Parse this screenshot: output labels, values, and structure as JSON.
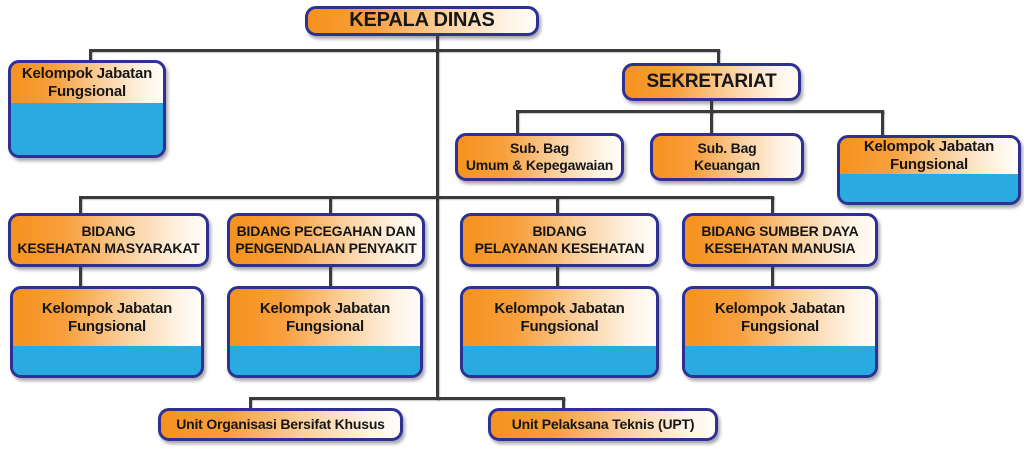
{
  "colors": {
    "orange": "#F6921E",
    "orange_fade": "#FEF4E6",
    "blue": "#29ABE2",
    "border": "#2E3192",
    "line": "#3b3b3b",
    "text": "#161616",
    "background": "#ffffff"
  },
  "nodes": {
    "kepala_dinas": {
      "label": "KEPALA DINAS"
    },
    "kjf_left": {
      "label": "Kelompok Jabatan\nFungsional"
    },
    "sekretariat": {
      "label": "SEKRETARIAT"
    },
    "subbag_umum": {
      "label": "Sub. Bag\nUmum & Kepegawaian"
    },
    "subbag_keuangan": {
      "label": "Sub. Bag\nKeuangan"
    },
    "kjf_sekretariat": {
      "label": "Kelompok Jabatan\nFungsional"
    },
    "bidang_kesehatan_masyarakat": {
      "label": "BIDANG\nKESEHATAN MASYARAKAT"
    },
    "bidang_pencegahan_penyakit": {
      "label": "BIDANG PECEGAHAN DAN\nPENGENDALIAN PENYAKIT"
    },
    "bidang_pelayanan_kesehatan": {
      "label": "BIDANG\nPELAYANAN KESEHATAN"
    },
    "bidang_sumber_daya": {
      "label": "BIDANG SUMBER DAYA\nKESEHATAN MANUSIA"
    },
    "kjf_bidang_1": {
      "label": "Kelompok Jabatan\nFungsional"
    },
    "kjf_bidang_2": {
      "label": "Kelompok Jabatan\nFungsional"
    },
    "kjf_bidang_3": {
      "label": "Kelompok Jabatan\nFungsional"
    },
    "kjf_bidang_4": {
      "label": "Kelompok Jabatan\nFungsional"
    },
    "unit_khusus": {
      "label": "Unit Organisasi Bersifat Khusus"
    },
    "unit_upt": {
      "label": "Unit Pelaksana Teknis (UPT)"
    }
  }
}
